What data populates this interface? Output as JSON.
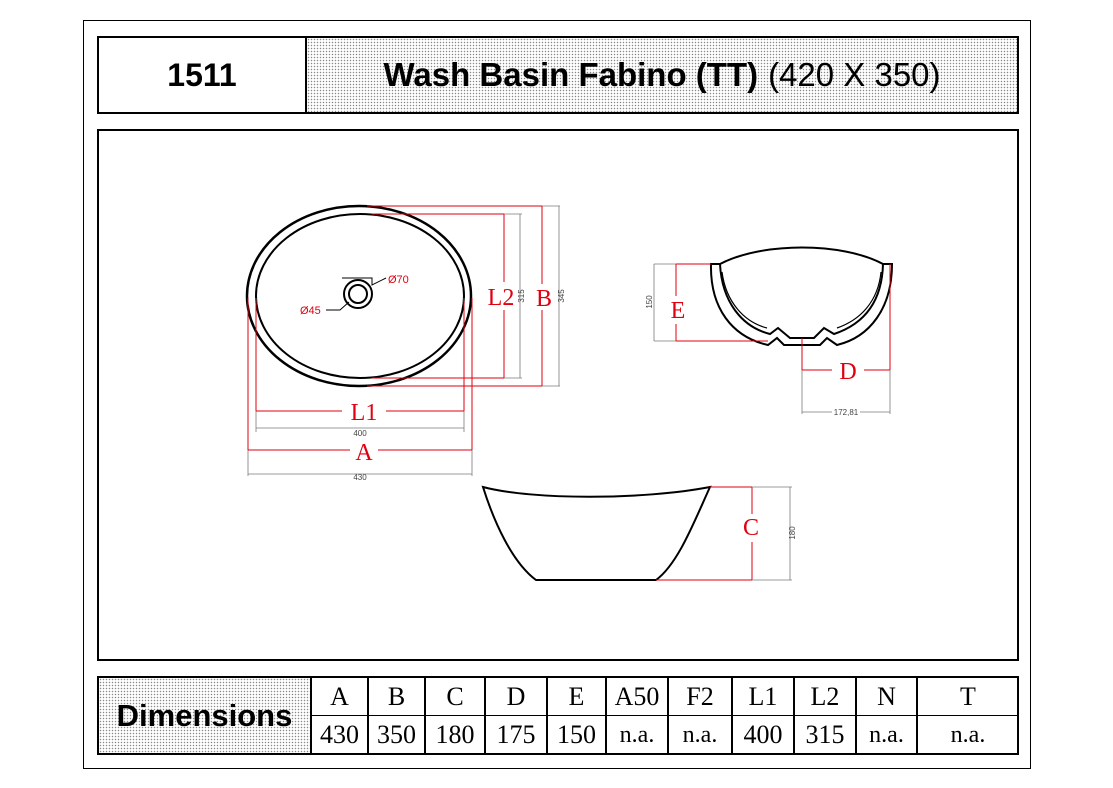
{
  "header": {
    "code": "1511",
    "title": "Wash Basin Fabino (TT)",
    "size": "(420 X 350)"
  },
  "drawing": {
    "top_view": {
      "letters": {
        "a": "A",
        "l1": "L1",
        "l2": "L2",
        "b": "B"
      },
      "values": {
        "a": "430",
        "l1": "400",
        "l2": "315",
        "b": "345"
      },
      "drain_outer": "Ø70",
      "drain_inner": "Ø45"
    },
    "side_view": {
      "letters": {
        "e": "E",
        "d": "D"
      },
      "values": {
        "e": "150",
        "d": "172,81"
      }
    },
    "front_view": {
      "letters": {
        "c": "C"
      },
      "values": {
        "c": "180"
      }
    }
  },
  "dimensions": {
    "label": "Dimensions",
    "headers": [
      "A",
      "B",
      "C",
      "D",
      "E",
      "A50",
      "F2",
      "L1",
      "L2",
      "N",
      "T"
    ],
    "values": [
      "430",
      "350",
      "180",
      "175",
      "150",
      "n.a.",
      "n.a.",
      "400",
      "315",
      "n.a.",
      "n.a."
    ]
  },
  "colors": {
    "dimension_line": "#e0000f",
    "leader": "#7a7a7a",
    "outline": "#000000"
  }
}
